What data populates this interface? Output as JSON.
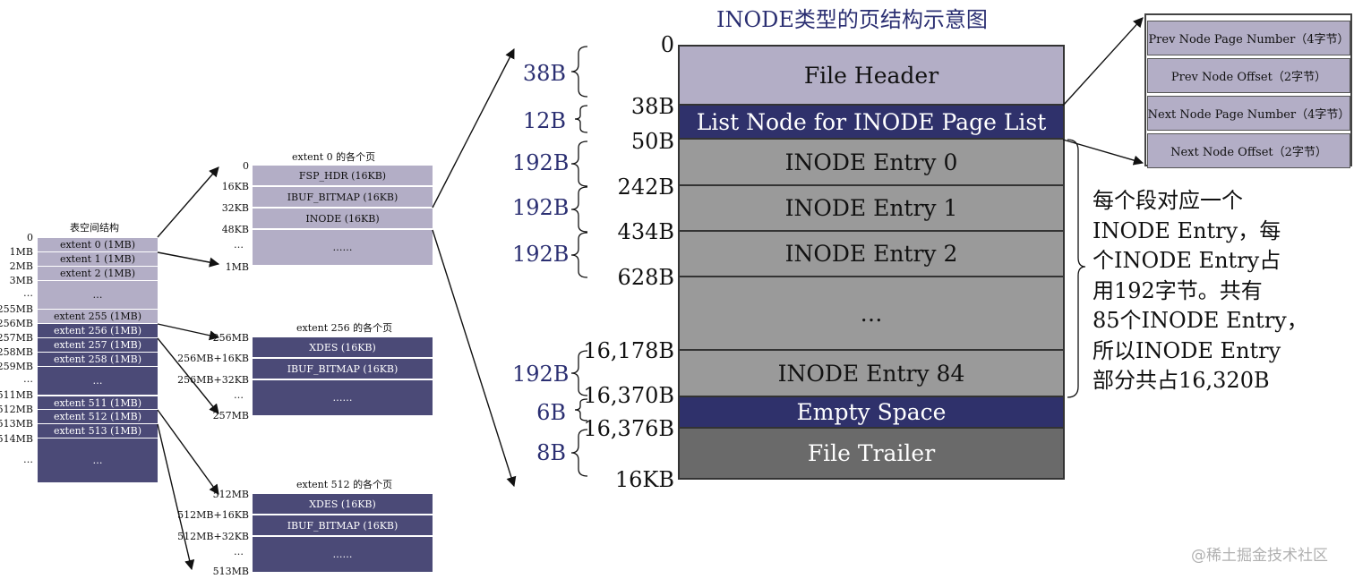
{
  "title": "INODE类型的页结构示意图",
  "tablespace": {
    "title": "表空间结构",
    "rows": [
      "extent 0 (1MB)",
      "extent 1 (1MB)",
      "extent 2 (1MB)",
      "…",
      "extent 255 (1MB)",
      "extent 256 (1MB)",
      "extent 257 (1MB)",
      "extent 258 (1MB)",
      "…",
      "extent 511 (1MB)",
      "extent 512 (1MB)",
      "extent 513 (1MB)",
      "…"
    ],
    "labels": [
      "0",
      "1MB",
      "2MB",
      "3MB",
      "…",
      "255MB",
      "256MB",
      "257MB",
      "258MB",
      "259MB",
      "…",
      "511MB",
      "512MB",
      "513MB",
      "514MB",
      "…"
    ]
  },
  "extent0": {
    "title": "extent 0 的各个页",
    "rows": [
      "FSP_HDR (16KB)",
      "IBUF_BITMAP (16KB)",
      "INODE (16KB)",
      "……"
    ],
    "labels": [
      "0",
      "16KB",
      "32KB",
      "48KB",
      "…",
      "1MB"
    ]
  },
  "extent256": {
    "title": "extent 256 的各个页",
    "rows": [
      "XDES (16KB)",
      "IBUF_BITMAP (16KB)",
      "……"
    ],
    "labels": [
      "256MB",
      "256MB+16KB",
      "256MB+32KB",
      "…",
      "257MB"
    ]
  },
  "extent512": {
    "title": "extent 512 的各个页",
    "rows": [
      "XDES (16KB)",
      "IBUF_BITMAP (16KB)",
      "……"
    ],
    "labels": [
      "512MB",
      "512MB+16KB",
      "512MB+32KB",
      "…",
      "513MB"
    ]
  },
  "inode_page": {
    "rows": [
      "File Header",
      "List Node for INODE Page List",
      "INODE Entry 0",
      "INODE Entry 1",
      "INODE Entry 2",
      "…",
      "INODE Entry 84",
      "Empty Space",
      "File Trailer"
    ],
    "offsets": [
      "0",
      "38B",
      "50B",
      "242B",
      "434B",
      "628B",
      "16,178B",
      "16,370B",
      "16,376B",
      "16KB"
    ],
    "sizes": [
      "38B",
      "12B",
      "192B",
      "192B",
      "192B",
      "192B",
      "6B",
      "8B"
    ]
  },
  "list_node": {
    "fields": [
      "Prev Node Page Number（4字节）",
      "Prev Node Offset（2字节）",
      "Next Node Page Number（4字节）",
      "Next Node Offset（2字节）"
    ]
  },
  "annotation": [
    "每个段对应一个",
    "INODE Entry，每",
    "个INODE Entry占",
    "用192字节。共有",
    "85个INODE Entry，",
    "所以INODE Entry",
    "部分共占16,320B"
  ],
  "watermark": "@稀土掘金技术社区",
  "colors": {
    "light": "#b3aec6",
    "dark": "#4b4a77",
    "grey": "#9a9a9a",
    "dark_grey": "#6a6a6a",
    "navy": "#2b2f72"
  }
}
